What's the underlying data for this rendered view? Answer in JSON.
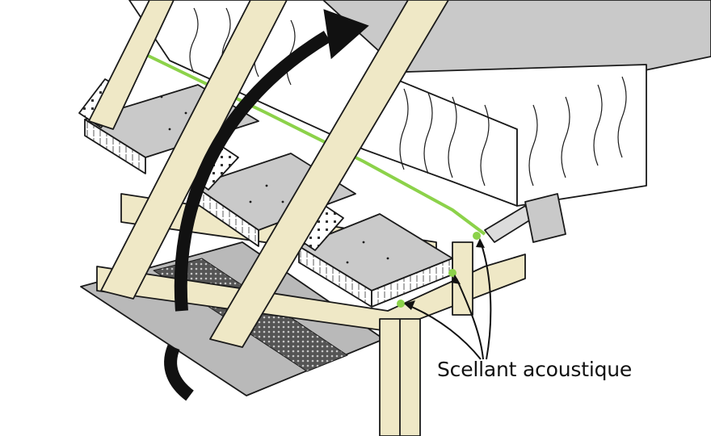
{
  "callout": {
    "label": "Scellant acoustique"
  },
  "colors": {
    "wood": "#efe8c6",
    "insulation": "#ffffff",
    "board": "#c9c9c9",
    "soffit": "#b9b9b9",
    "sealant": "#8cd24a",
    "arrow": "#111111",
    "outline": "#1a1a1a"
  },
  "icons": [
    "airflow-arrow",
    "sealant-dot",
    "callout-arrow",
    "caulking-gun-nozzle"
  ]
}
